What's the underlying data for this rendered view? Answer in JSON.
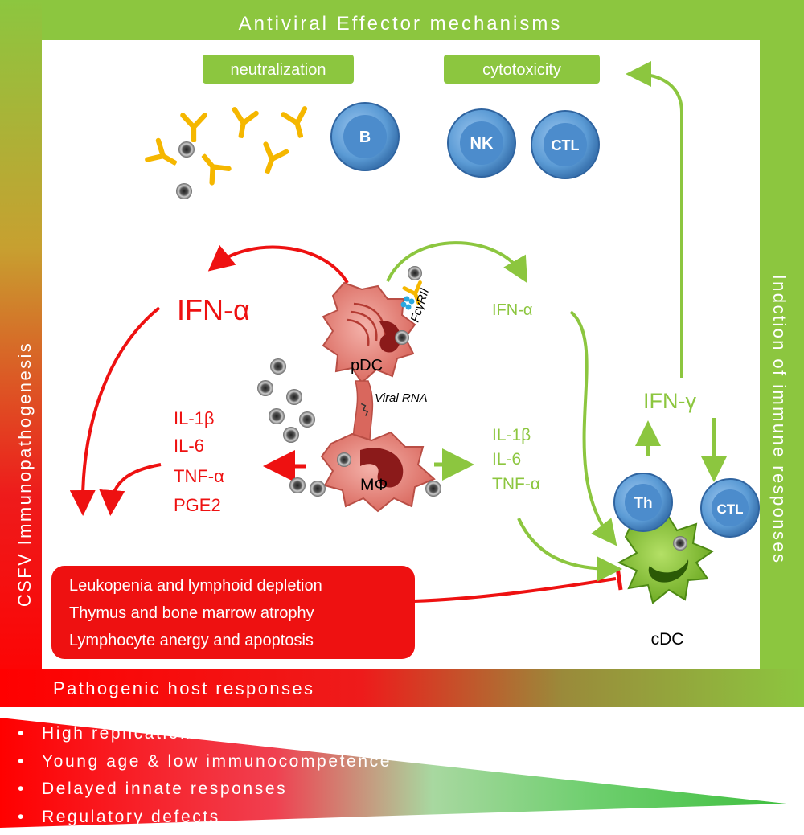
{
  "frame": {
    "top_title": "Antiviral Effector mechanisms",
    "left_title": "CSFV  Immunopathogenesis",
    "right_title": "Indction of immune responses",
    "bottom_title": "Pathogenic host responses"
  },
  "mechanisms": {
    "neutralization": "neutralization",
    "cytotoxicity": "cytotoxicity"
  },
  "cells": {
    "b": "B",
    "nk": "NK",
    "ctl_top": "CTL",
    "pdc": "pDC",
    "macrophage": "MΦ",
    "th": "Th",
    "ctl_right": "CTL",
    "cdc": "cDC"
  },
  "labels": {
    "fc_receptor": "FcγRII",
    "viral_rna": "Viral RNA"
  },
  "left_cytokines": {
    "ifn_alpha": "IFN-α",
    "list": [
      "IL-1β",
      "IL-6",
      "TNF-α",
      "PGE2"
    ]
  },
  "right_cytokines": {
    "ifn_alpha": "IFN-α",
    "list": [
      "IL-1β",
      "IL-6",
      "TNF-α"
    ],
    "ifn_gamma": "IFN-γ"
  },
  "pathology_box": {
    "lines": [
      "Leukopenia and lymphoid depletion",
      "Thymus and bone marrow atrophy",
      "Lymphocyte anergy and apoptosis"
    ]
  },
  "factors": [
    "High replication efficiency",
    "Young age & low immunocompetence",
    "Delayed innate responses",
    "Regulatory defects"
  ],
  "colors": {
    "red": "#ee1111",
    "green": "#8cc63f",
    "cell_blue": "#5b9bd5",
    "antibody": "#f5b700"
  }
}
